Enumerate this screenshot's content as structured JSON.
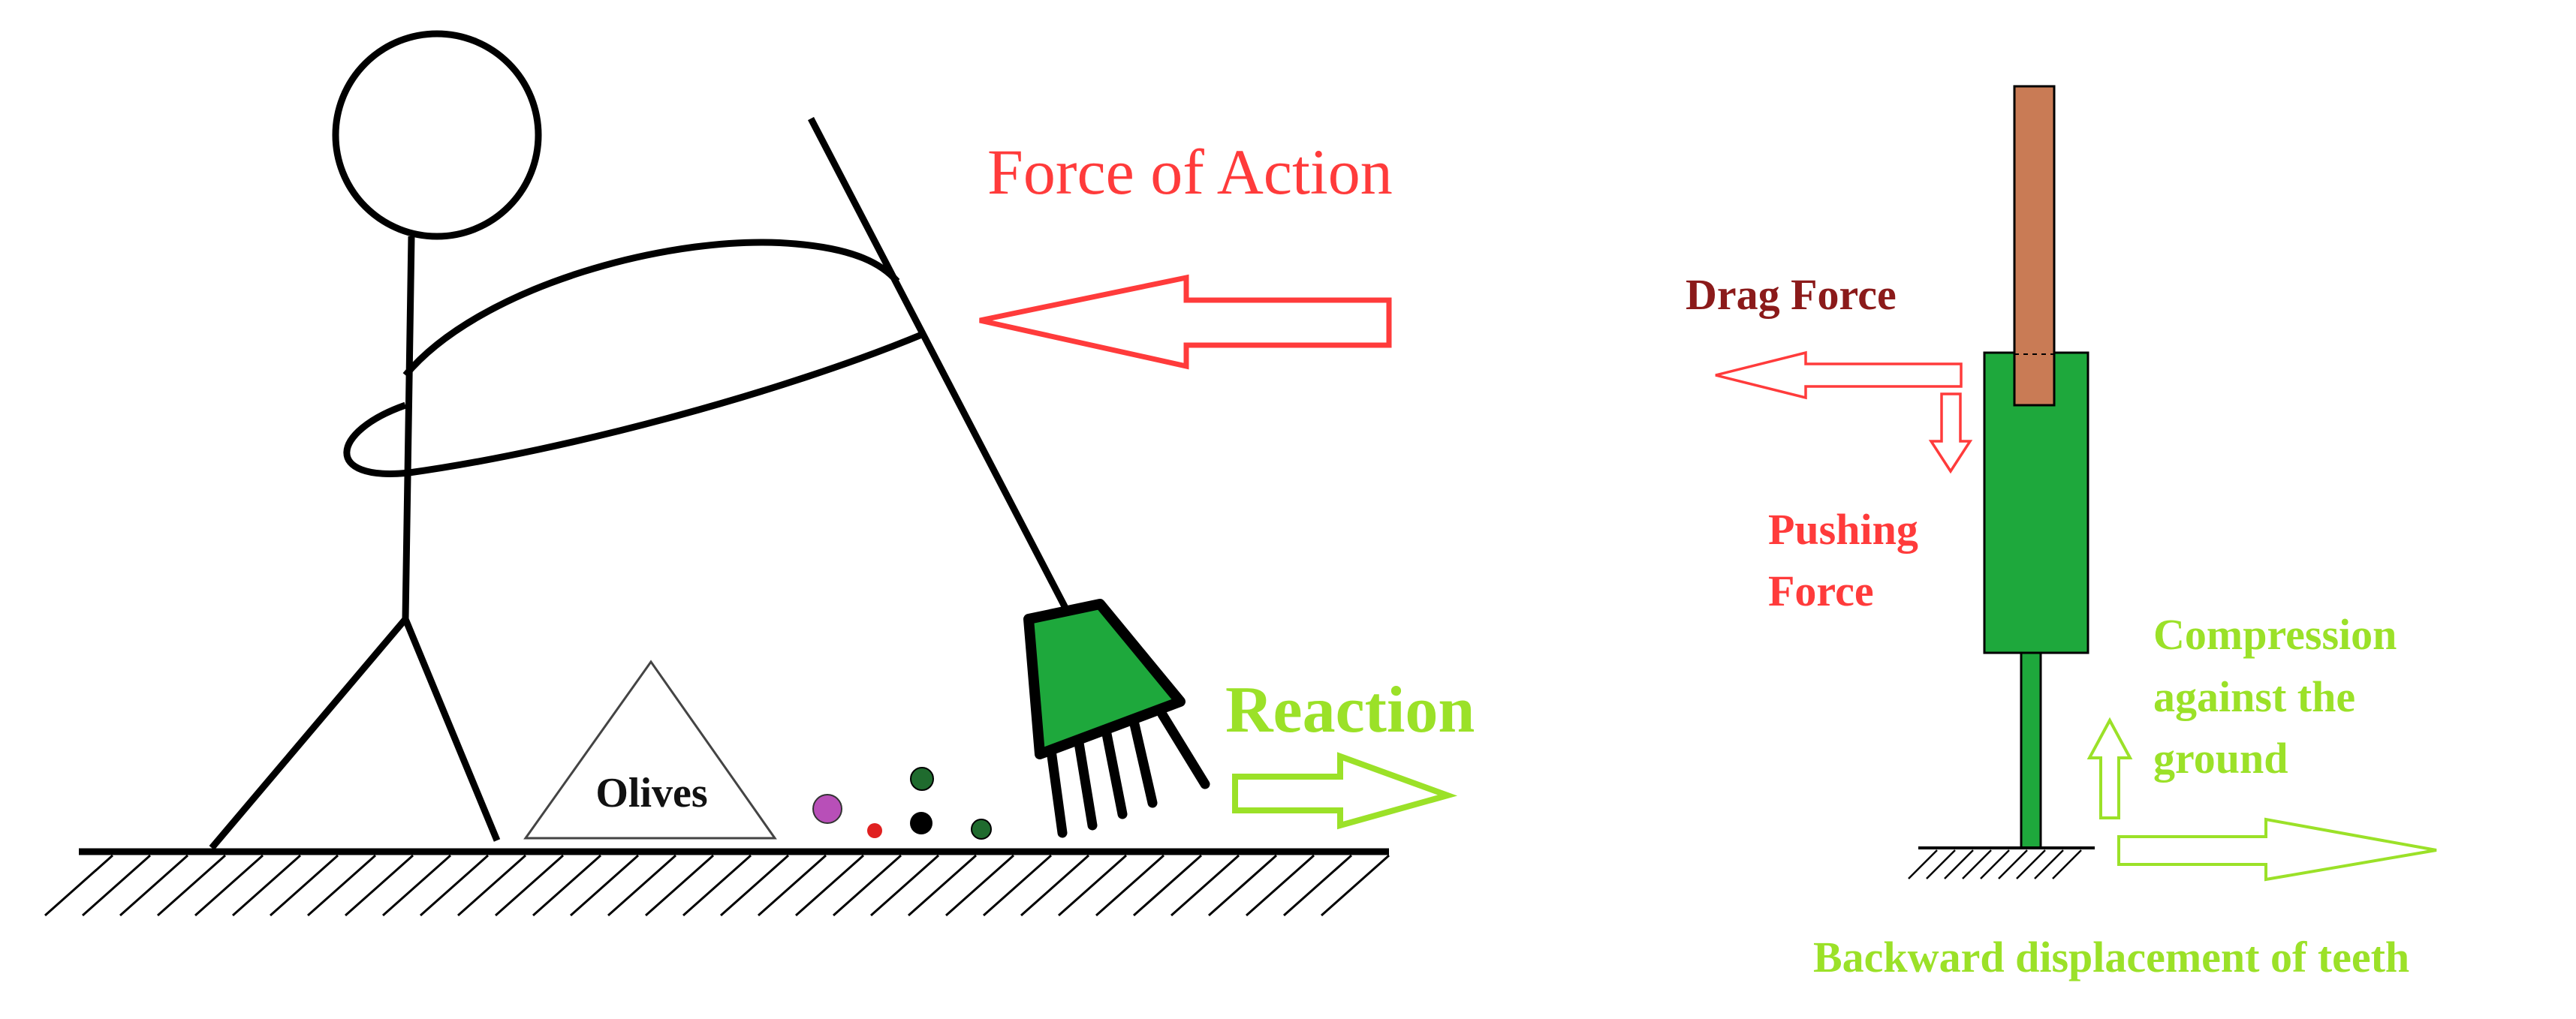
{
  "labels": {
    "force_of_action": "Force of Action",
    "reaction": "Reaction",
    "olives": "Olives",
    "drag_force": "Drag Force",
    "pushing_force_line1": "Pushing",
    "pushing_force_line2": "Force",
    "compression_line1": "Compression",
    "compression_line2": "against the",
    "compression_line3": "ground",
    "backward_displacement": "Backward displacement of teeth"
  },
  "colors": {
    "action_red": "#ff3b3b",
    "drag_dark_red": "#8b1a1a",
    "reaction_green": "#9be128",
    "rake_green": "#1ea83c",
    "handle_brown": "#c97b55",
    "line_black": "#000000"
  },
  "olive_colors": [
    "#b84fb8",
    "#e02020",
    "#000000",
    "#1f6b2e",
    "#1f6b2e"
  ]
}
